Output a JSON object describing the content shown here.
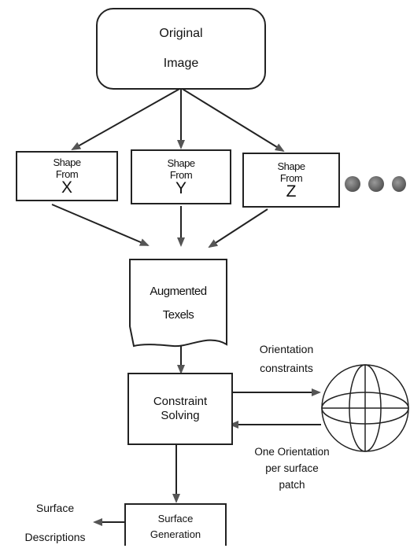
{
  "nodes": {
    "original_image": {
      "line1": "Original",
      "line2": "Image"
    },
    "shape_x": {
      "line1": "Shape",
      "line2": "From",
      "letter": "X"
    },
    "shape_y": {
      "line1": "Shape",
      "line2": "From",
      "letter": "Y"
    },
    "shape_z": {
      "line1": "Shape",
      "line2": "From",
      "letter": "Z"
    },
    "augmented_texels": {
      "line1": "Augmented",
      "line2": "Texels"
    },
    "constraint_solving": {
      "line1": "Constraint",
      "line2": "Solving"
    },
    "surface_generation": {
      "line1": "Surface",
      "line2": "Generation"
    }
  },
  "labels": {
    "orientation_constraints": {
      "line1": "Orientation",
      "line2": "constraints"
    },
    "one_orientation": {
      "line1": "One Orientation",
      "line2": "per surface",
      "line3": "patch"
    },
    "surface_descriptions": {
      "line1": "Surface",
      "line2": "Descriptions"
    }
  },
  "decorations": {
    "ellipsis_dots": 3,
    "dot_color": "#555555",
    "line_color": "#222222"
  }
}
